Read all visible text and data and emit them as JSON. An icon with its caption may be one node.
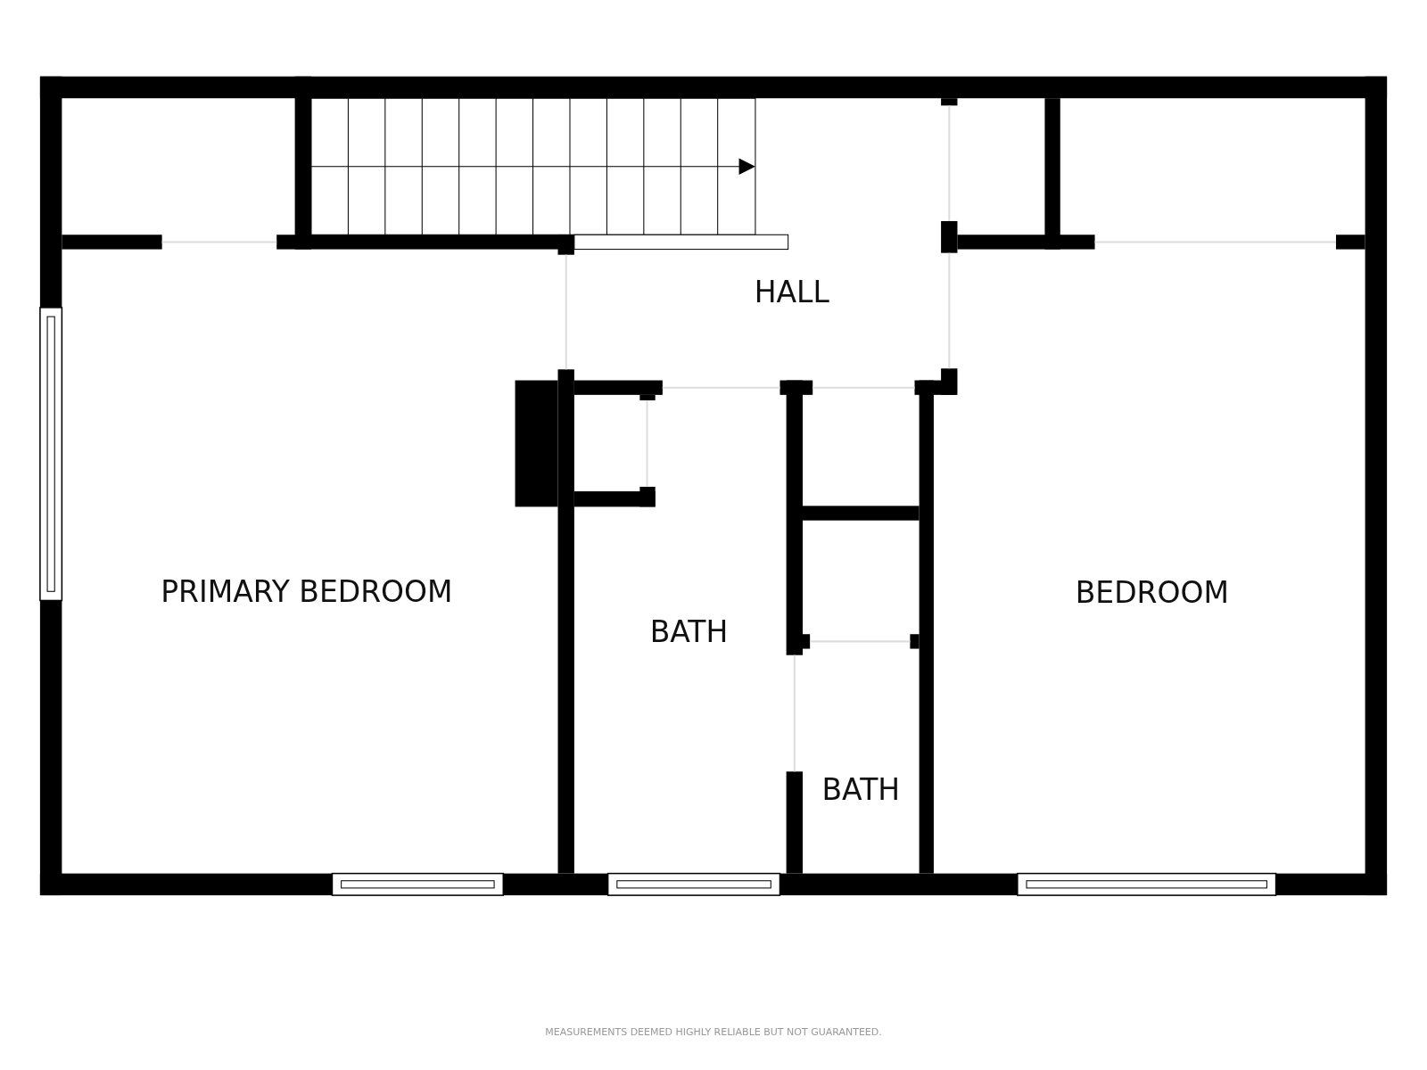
{
  "diagram": {
    "nodes": [
      {
        "text": [
          "HALL"
        ]
      },
      {
        "text": [
          "PRIMARY BEDROOM"
        ]
      },
      {
        "text": [
          "BATH"
        ]
      },
      {
        "text": [
          "BEDROOM"
        ]
      },
      {
        "text": [
          "BATH"
        ]
      }
    ],
    "labels": [
      "MEASUREMENTS DEEMED HIGHLY RELIABLE BUT NOT GUARANTEED."
    ]
  }
}
